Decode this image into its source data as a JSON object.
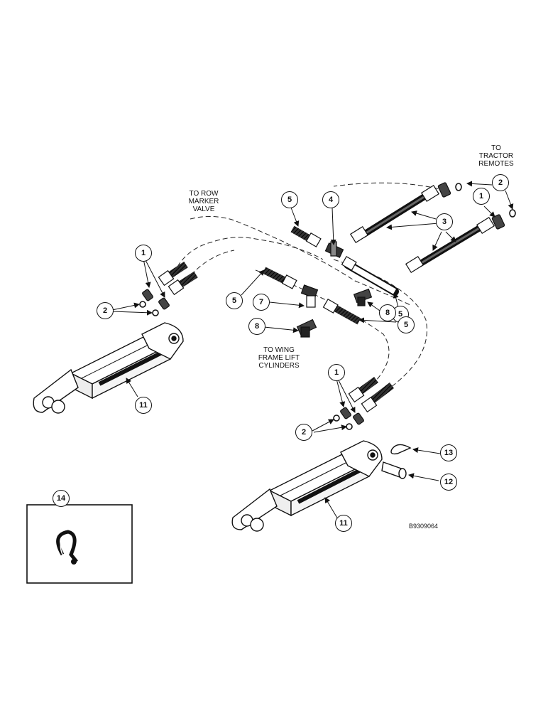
{
  "labels": {
    "tractor_remotes": [
      "TO",
      "TRACTOR",
      "REMOTES"
    ],
    "row_marker": [
      "TO ROW",
      "MARKER",
      "VALVE"
    ],
    "wing_frame": [
      "TO WING",
      "FRAME LIFT",
      "CYLINDERS"
    ],
    "drawing_code": "B9309064"
  },
  "callouts": {
    "c1a": "1",
    "c1b": "1",
    "c1c": "1",
    "c2a": "2",
    "c2b": "2",
    "c2c": "2",
    "c3": "3",
    "c4": "4",
    "c5a": "5",
    "c5b": "5",
    "c5c": "5",
    "c5d": "5",
    "c7": "7",
    "c8a": "8",
    "c8b": "8",
    "c11a": "11",
    "c11b": "11",
    "c12": "12",
    "c13": "13",
    "c14": "14"
  }
}
